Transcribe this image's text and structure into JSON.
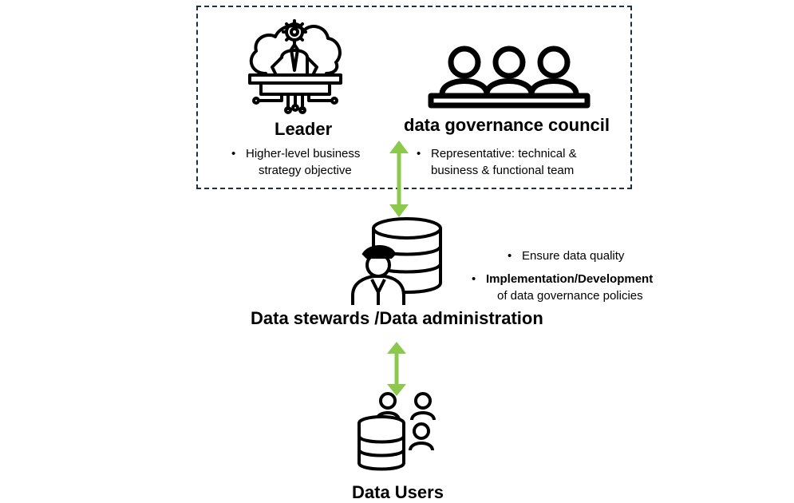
{
  "leader": {
    "title": "Leader",
    "bullets": [
      {
        "line1": "Higher-level business",
        "line2": "strategy objective"
      }
    ]
  },
  "council": {
    "title": "data governance council",
    "bullets": [
      {
        "line1": "Representative: technical &",
        "line2": "business & functional team"
      }
    ]
  },
  "stewards": {
    "title": "Data stewards /Data administration",
    "bullets": [
      {
        "text": "Ensure data quality"
      },
      {
        "bold": "Implementation/Development",
        "line2": "of data governance policies"
      }
    ]
  },
  "users": {
    "title": "Data Users"
  },
  "colors": {
    "arrow": "#8cc84b",
    "border": "#1f3044",
    "icon": "#000000"
  },
  "icons": {
    "leader": "leader-presentation-icon",
    "council": "people-group-icon",
    "stewards": "database-officer-icon",
    "users": "database-users-icon"
  }
}
